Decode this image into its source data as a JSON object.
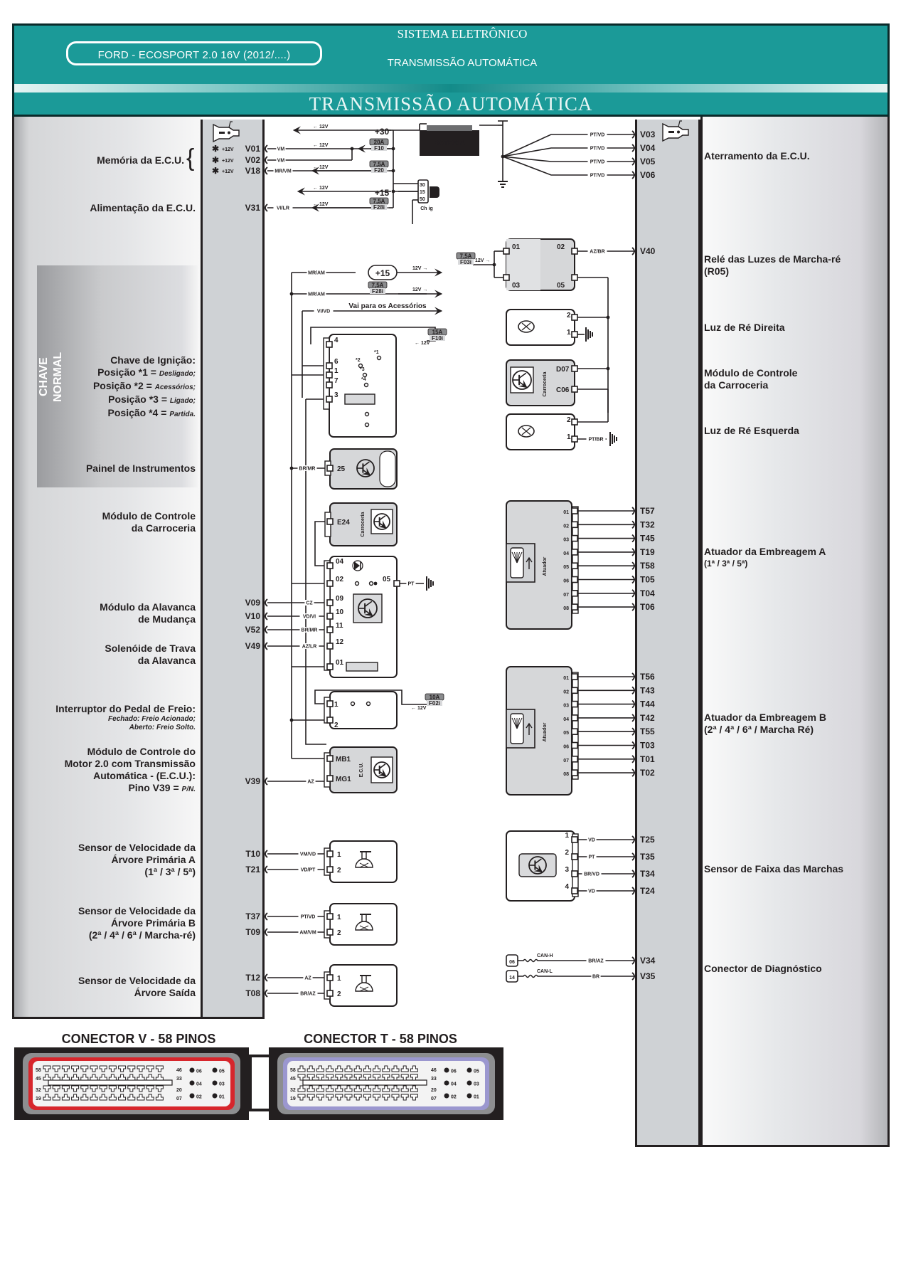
{
  "header": {
    "model": "FORD - ECOSPORT 2.0 16V (2012/....)",
    "system": "SISTEMA ELETRÔNICO",
    "subsystem": "TRANSMISSÃO AUTOMÁTICA",
    "title": "TRANSMISSÃO AUTOMÁTICA"
  },
  "colors": {
    "header_teal": "#1b9a98",
    "ecu_gray": "#cfd2d5",
    "connector_v_accent": "#d7262c",
    "connector_t_accent": "#9b97cf",
    "can_h": "#d7262c",
    "can_l": "#3a3f9e"
  },
  "left_labels": {
    "memoria": "Memória da E.C.U.",
    "alimentacao": "Alimentação da E.C.U.",
    "chave_vertical_1": "CHAVE",
    "chave_vertical_2": "NORMAL",
    "chave_title": "Chave de Ignição:",
    "pos1": "Posição *1 = ",
    "pos1_val": "Desligado;",
    "pos2": "Posição *2 = ",
    "pos2_val": "Acessórios;",
    "pos3": "Posição *3 = ",
    "pos3_val": "Ligado;",
    "pos4": "Posição *4 = ",
    "pos4_val": "Partida.",
    "painel": "Painel de Instrumentos",
    "bcm_1": "Módulo de Controle",
    "bcm_2": "da Carroceria",
    "alavanca_1": "Módulo da Alavanca",
    "alavanca_2": "de Mudança",
    "solenoide_1": "Solenóide de Trava",
    "solenoide_2": "da Alavanca",
    "freio_title": "Interruptor do Pedal de Freio:",
    "freio_1": "Fechado: Freio Acionado;",
    "freio_2": "Aberto: Freio Solto.",
    "pcm_1": "Módulo de Controle do",
    "pcm_2": "Motor 2.0 com Transmissão",
    "pcm_3": "Automática - (E.C.U.):",
    "pcm_4": "Pino V39 = ",
    "pcm_4_val": "P/N.",
    "vel_a_1": "Sensor de Velocidade da",
    "vel_a_2": "Árvore Primária A",
    "vel_a_3": "(1ª / 3ª / 5ª)",
    "vel_b_1": "Sensor de Velocidade da",
    "vel_b_2": "Árvore Primária B",
    "vel_b_3": "(2ª / 4ª / 6ª / Marcha-ré)",
    "vel_s_1": "Sensor de Velocidade da",
    "vel_s_2": "Árvore Saída"
  },
  "right_labels": {
    "aterramento": "Aterramento da E.C.U.",
    "rele_1": "Relé das Luzes de Marcha-ré",
    "rele_2": "(R05)",
    "luz_dir": "Luz de Ré Direita",
    "bcm_1": "Módulo de Controle",
    "bcm_2": "da Carroceria",
    "luz_esq": "Luz de Ré Esquerda",
    "emb_a_1": "Atuador da Embreagem A",
    "emb_a_2": "(1ª / 3ª / 5ª)",
    "emb_b_1": "Atuador da Embreagem B",
    "emb_b_2": "(2ª / 4ª / 6ª / Marcha Ré)",
    "faixa": "Sensor de Faixa das Marchas",
    "diag": "Conector de Diagnóstico"
  },
  "power": {
    "battery": "BATERIA",
    "b30": "+30",
    "b15": "+15",
    "b15_circle": "+15",
    "v12": "12V",
    "plus12": "+12V",
    "ignition": "Ch ig",
    "ign_pins": [
      "30",
      "15",
      "50"
    ],
    "accessories": "Vai para os Acessórios",
    "fuses": [
      {
        "rating": "20A",
        "id": "F10"
      },
      {
        "rating": "7,5A",
        "id": "F20"
      },
      {
        "rating": "7,5A",
        "id": "F28i"
      },
      {
        "rating": "7,5A",
        "id": "F03i"
      },
      {
        "rating": "7,5A",
        "id": "F28i"
      },
      {
        "rating": "15A",
        "id": "F10i"
      },
      {
        "rating": "10A",
        "id": "F02i"
      }
    ]
  },
  "ecu_left_pins": [
    {
      "pin": "V01",
      "wire": "VM"
    },
    {
      "pin": "V02",
      "wire": "VM"
    },
    {
      "pin": "V18",
      "wire": "MR/VM"
    },
    {
      "pin": "V31",
      "wire": "VI/LR"
    },
    {
      "pin": "V09",
      "wire": "CZ"
    },
    {
      "pin": "V10",
      "wire": "VD/VI"
    },
    {
      "pin": "V52",
      "wire": "BR/MR"
    },
    {
      "pin": "V49",
      "wire": "AZ/LR"
    },
    {
      "pin": "V39",
      "wire": "AZ"
    },
    {
      "pin": "T10",
      "wire": "VM/VD"
    },
    {
      "pin": "T21",
      "wire": "VD/PT"
    },
    {
      "pin": "T37",
      "wire": "PT/VD"
    },
    {
      "pin": "T09",
      "wire": "AM/VM"
    },
    {
      "pin": "T12",
      "wire": "AZ"
    },
    {
      "pin": "T08",
      "wire": "BR/AZ"
    }
  ],
  "ecu_right_pins": {
    "ground": [
      {
        "pin": "V03",
        "wire": "PT/VD"
      },
      {
        "pin": "V04",
        "wire": "PT/VD"
      },
      {
        "pin": "V05",
        "wire": "PT/VD"
      },
      {
        "pin": "V06",
        "wire": "PT/VD"
      }
    ],
    "relay": {
      "pin": "V40",
      "wire": "AZ/BR"
    },
    "clutch_a": [
      "T57",
      "T32",
      "T45",
      "T19",
      "T58",
      "T05",
      "T04",
      "T06"
    ],
    "clutch_b": [
      "T56",
      "T43",
      "T44",
      "T42",
      "T55",
      "T03",
      "T01",
      "T02"
    ],
    "range": [
      {
        "pin": "T25",
        "wire": "VD"
      },
      {
        "pin": "T35",
        "wire": "PT"
      },
      {
        "pin": "T34",
        "wire": "BR/VD"
      },
      {
        "pin": "T24",
        "wire": "VD"
      }
    ],
    "diag": [
      {
        "pin": "V34",
        "wire": "BR/AZ",
        "can": "CAN-H",
        "dlc": "06"
      },
      {
        "pin": "V35",
        "wire": "BR",
        "can": "CAN-L",
        "dlc": "14"
      }
    ]
  },
  "wires_misc": {
    "mr_am": "MR/AM",
    "vi_vd": "VI/VD",
    "br_mr": "BR/MR",
    "pt": "PT",
    "pt_br": "PT/BR"
  },
  "components": {
    "relay_pins": [
      "01",
      "02",
      "03",
      "05"
    ],
    "lamp_pins": [
      "2",
      "1"
    ],
    "bcm_pins": [
      "D07",
      "C06"
    ],
    "bcm_label": "Carroceria",
    "ign_switch_pins": [
      "4",
      "6",
      "1",
      "7",
      "3"
    ],
    "ign_marks": [
      "*1",
      "*2",
      "*3",
      "*4"
    ],
    "cluster_pin": "25",
    "bcm2_pin": "E24",
    "lever_pins": [
      "04",
      "02",
      "05",
      "09",
      "10",
      "11",
      "12",
      "01"
    ],
    "brake_pins": [
      "1",
      "2"
    ],
    "pcm_pins": [
      "MB1",
      "MG1"
    ],
    "pcm_label": "E.C.U.",
    "actuator_label": "Atuador",
    "actuator_pins": [
      "01",
      "02",
      "03",
      "04",
      "05",
      "06",
      "07",
      "08"
    ],
    "range_pins": [
      "1",
      "2",
      "3",
      "4"
    ],
    "speed_pins": [
      "1",
      "2"
    ]
  },
  "connectors": {
    "v": {
      "title": "CONECTOR V - 58 PINOS",
      "row_labels": [
        "58",
        "46",
        "45",
        "33",
        "32",
        "20",
        "19",
        "07"
      ],
      "power_pins": [
        "06",
        "05",
        "04",
        "03",
        "02",
        "01"
      ]
    },
    "t": {
      "title": "CONECTOR T - 58 PINOS",
      "row_labels": [
        "58",
        "46",
        "45",
        "33",
        "32",
        "20",
        "19",
        "07"
      ],
      "power_pins": [
        "06",
        "05",
        "04",
        "03",
        "02",
        "01"
      ]
    }
  }
}
